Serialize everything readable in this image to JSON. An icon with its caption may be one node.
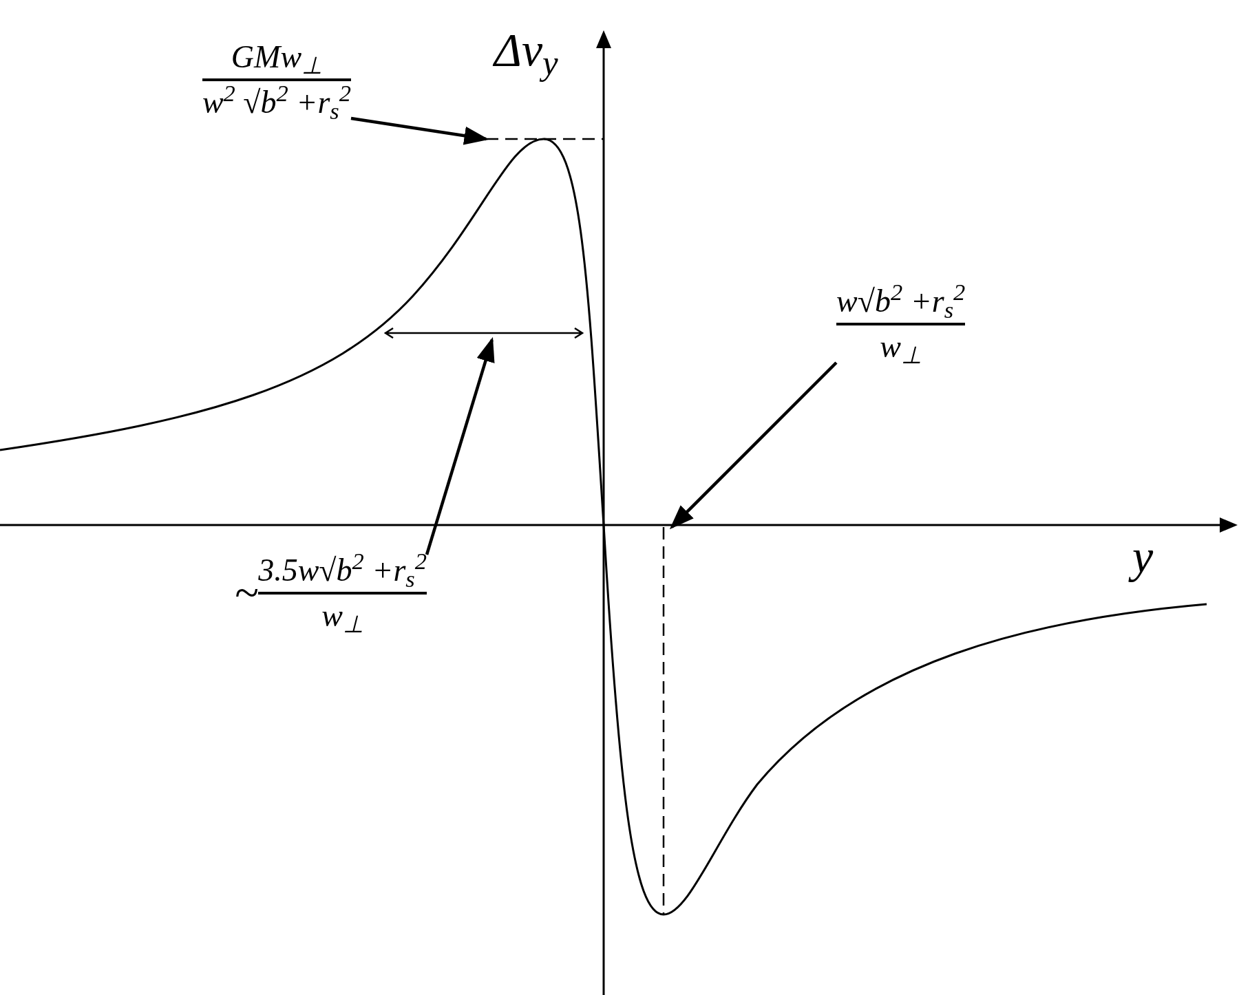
{
  "diagram": {
    "nodes": [
      {
        "text": [
          "GMw$_{⊥}$",
          "w$^{2}$ √b$^{2}$ +r$_{s}$$^{2}$"
        ]
      },
      {
        "text": [
          "w√b$^{2}$ +r$_{s}$$^{2}$",
          "w$_{⊥}$"
        ]
      },
      {
        "text": [
          "~",
          "3.5w√b$^{2}$ +r$_{s}$$^{2}$",
          "w$_{⊥}$"
        ]
      },
      {
        "text": [],
        "shape": "line"
      },
      {
        "text": [],
        "shape": "line"
      },
      {
        "text": [],
        "shape": "line"
      }
    ],
    "edges": [
      {
        "from": 0,
        "to": 3,
        "arrow": "to"
      },
      {
        "from": 1,
        "to": 5,
        "arrow": "to"
      },
      {
        "from": 2,
        "to": 4,
        "arrow": "to"
      }
    ],
    "labels": [
      "Δv$_{y}$",
      "y"
    ]
  }
}
